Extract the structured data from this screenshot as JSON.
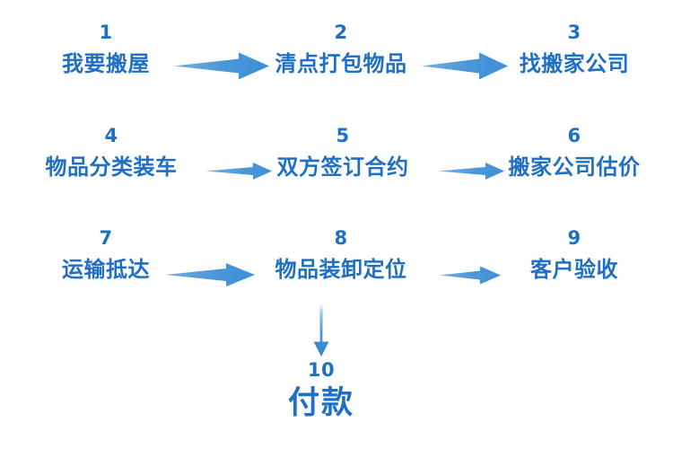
{
  "diagram": {
    "title_text_color": "#1f6fc4",
    "arrow_color": "#3d8fd8",
    "background_color": "#ffffff",
    "steps": [
      {
        "number": "1",
        "label": "我要搬屋"
      },
      {
        "number": "2",
        "label": "清点打包物品"
      },
      {
        "number": "3",
        "label": "找搬家公司"
      },
      {
        "number": "4",
        "label": "物品分类装车"
      },
      {
        "number": "5",
        "label": "双方签订合约"
      },
      {
        "number": "6",
        "label": "搬家公司估价"
      },
      {
        "number": "7",
        "label": "运输抵达"
      },
      {
        "number": "8",
        "label": "物品装卸定位"
      },
      {
        "number": "9",
        "label": "客户验收"
      },
      {
        "number": "10",
        "label": "付款"
      }
    ],
    "connectors": [
      {
        "name": "arrow-step1-to-step2",
        "direction": "right"
      },
      {
        "name": "arrow-step2-to-step3",
        "direction": "right"
      },
      {
        "name": "arrow-step4-to-step5",
        "direction": "right"
      },
      {
        "name": "arrow-step5-to-step6",
        "direction": "right"
      },
      {
        "name": "arrow-step7-to-step8",
        "direction": "right"
      },
      {
        "name": "arrow-step8-to-step9",
        "direction": "right"
      },
      {
        "name": "arrow-step8-to-step10",
        "direction": "down"
      }
    ]
  }
}
